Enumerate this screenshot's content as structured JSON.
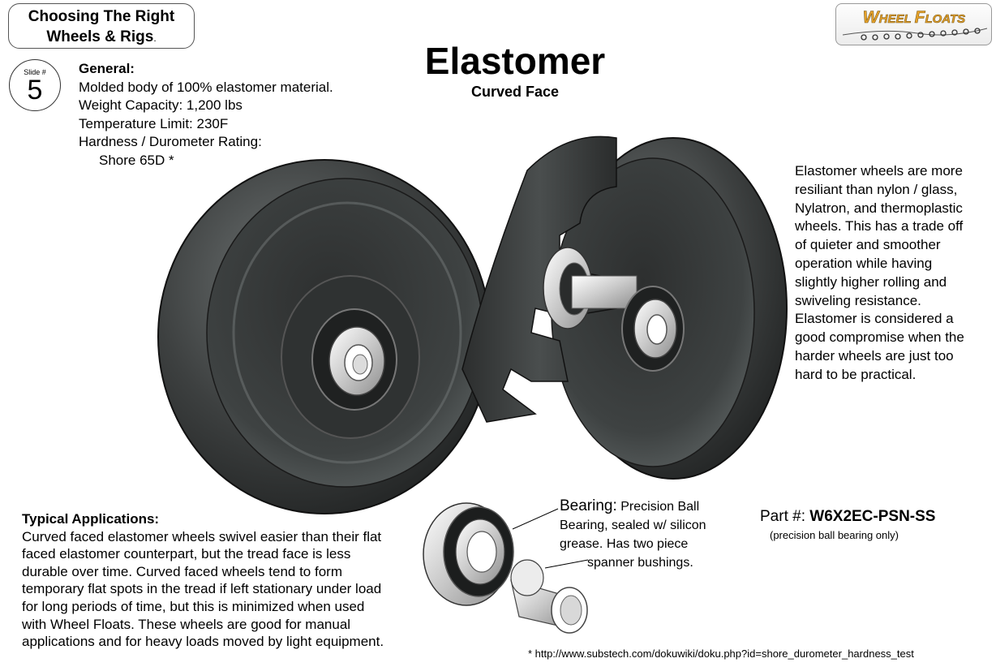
{
  "header": {
    "series_line1": "Choosing The Right",
    "series_line2": "Wheels & Rigs",
    "series_dot": ".",
    "slide_label": "Slide #",
    "slide_number": "5",
    "title": "Elastomer",
    "subtitle": "Curved Face"
  },
  "logo": {
    "text_lead": "W",
    "text_a": "HEEL",
    "text_lead2": "F",
    "text_b": "LOATS",
    "colors": {
      "fill": "#e8a32a",
      "outline": "#7a5a1a"
    }
  },
  "general": {
    "heading": "General:",
    "lines": [
      "Molded body of 100% elastomer material.",
      "Weight Capacity: 1,200 lbs",
      "Temperature Limit: 230F",
      "Hardness / Durometer Rating:",
      "Shore 65D *"
    ]
  },
  "description": {
    "lines": [
      "Elastomer wheels are more",
      "resiliant than nylon / glass,",
      "Nylatron, and thermoplastic",
      "wheels.  This has a trade off",
      "of quieter and smoother",
      "operation while having",
      "slightly higher rolling and",
      "swiveling resistance.",
      "Elastomer is considered a",
      "good compromise when the",
      "harder wheels are just too",
      "hard to be practical."
    ]
  },
  "applications": {
    "heading": "Typical Applications:",
    "lines": [
      "Curved faced elastomer wheels swivel easier than their flat",
      "faced elastomer counterpart, but the tread face is less",
      "durable over time.  Curved faced wheels tend to form",
      "temporary flat spots in the tread if left stationary under load",
      "for long periods of time, but this is minimized when used",
      "with Wheel Floats.  These wheels are good for manual",
      "applications and for heavy loads moved by light equipment."
    ]
  },
  "bearing": {
    "lead": "Bearing:",
    "line1_rest": "Precision Ball",
    "line2": "Bearing, sealed w/ silicon",
    "line3": "grease.  Has two piece",
    "line4": "spanner bushings."
  },
  "part": {
    "label": "Part #:",
    "value": "W6X2EC-PSN-SS",
    "note": "(precision ball bearing only)"
  },
  "footnote": "* http://www.substech.com/dokuwiki/doku.php?id=shore_durometer_hardness_test",
  "colors": {
    "wheel_dark": "#2a2c2c",
    "wheel_mid": "#4d5050",
    "wheel_light": "#7a7f7f",
    "metal_light": "#f2f2f2",
    "metal_mid": "#b9b9b9"
  }
}
